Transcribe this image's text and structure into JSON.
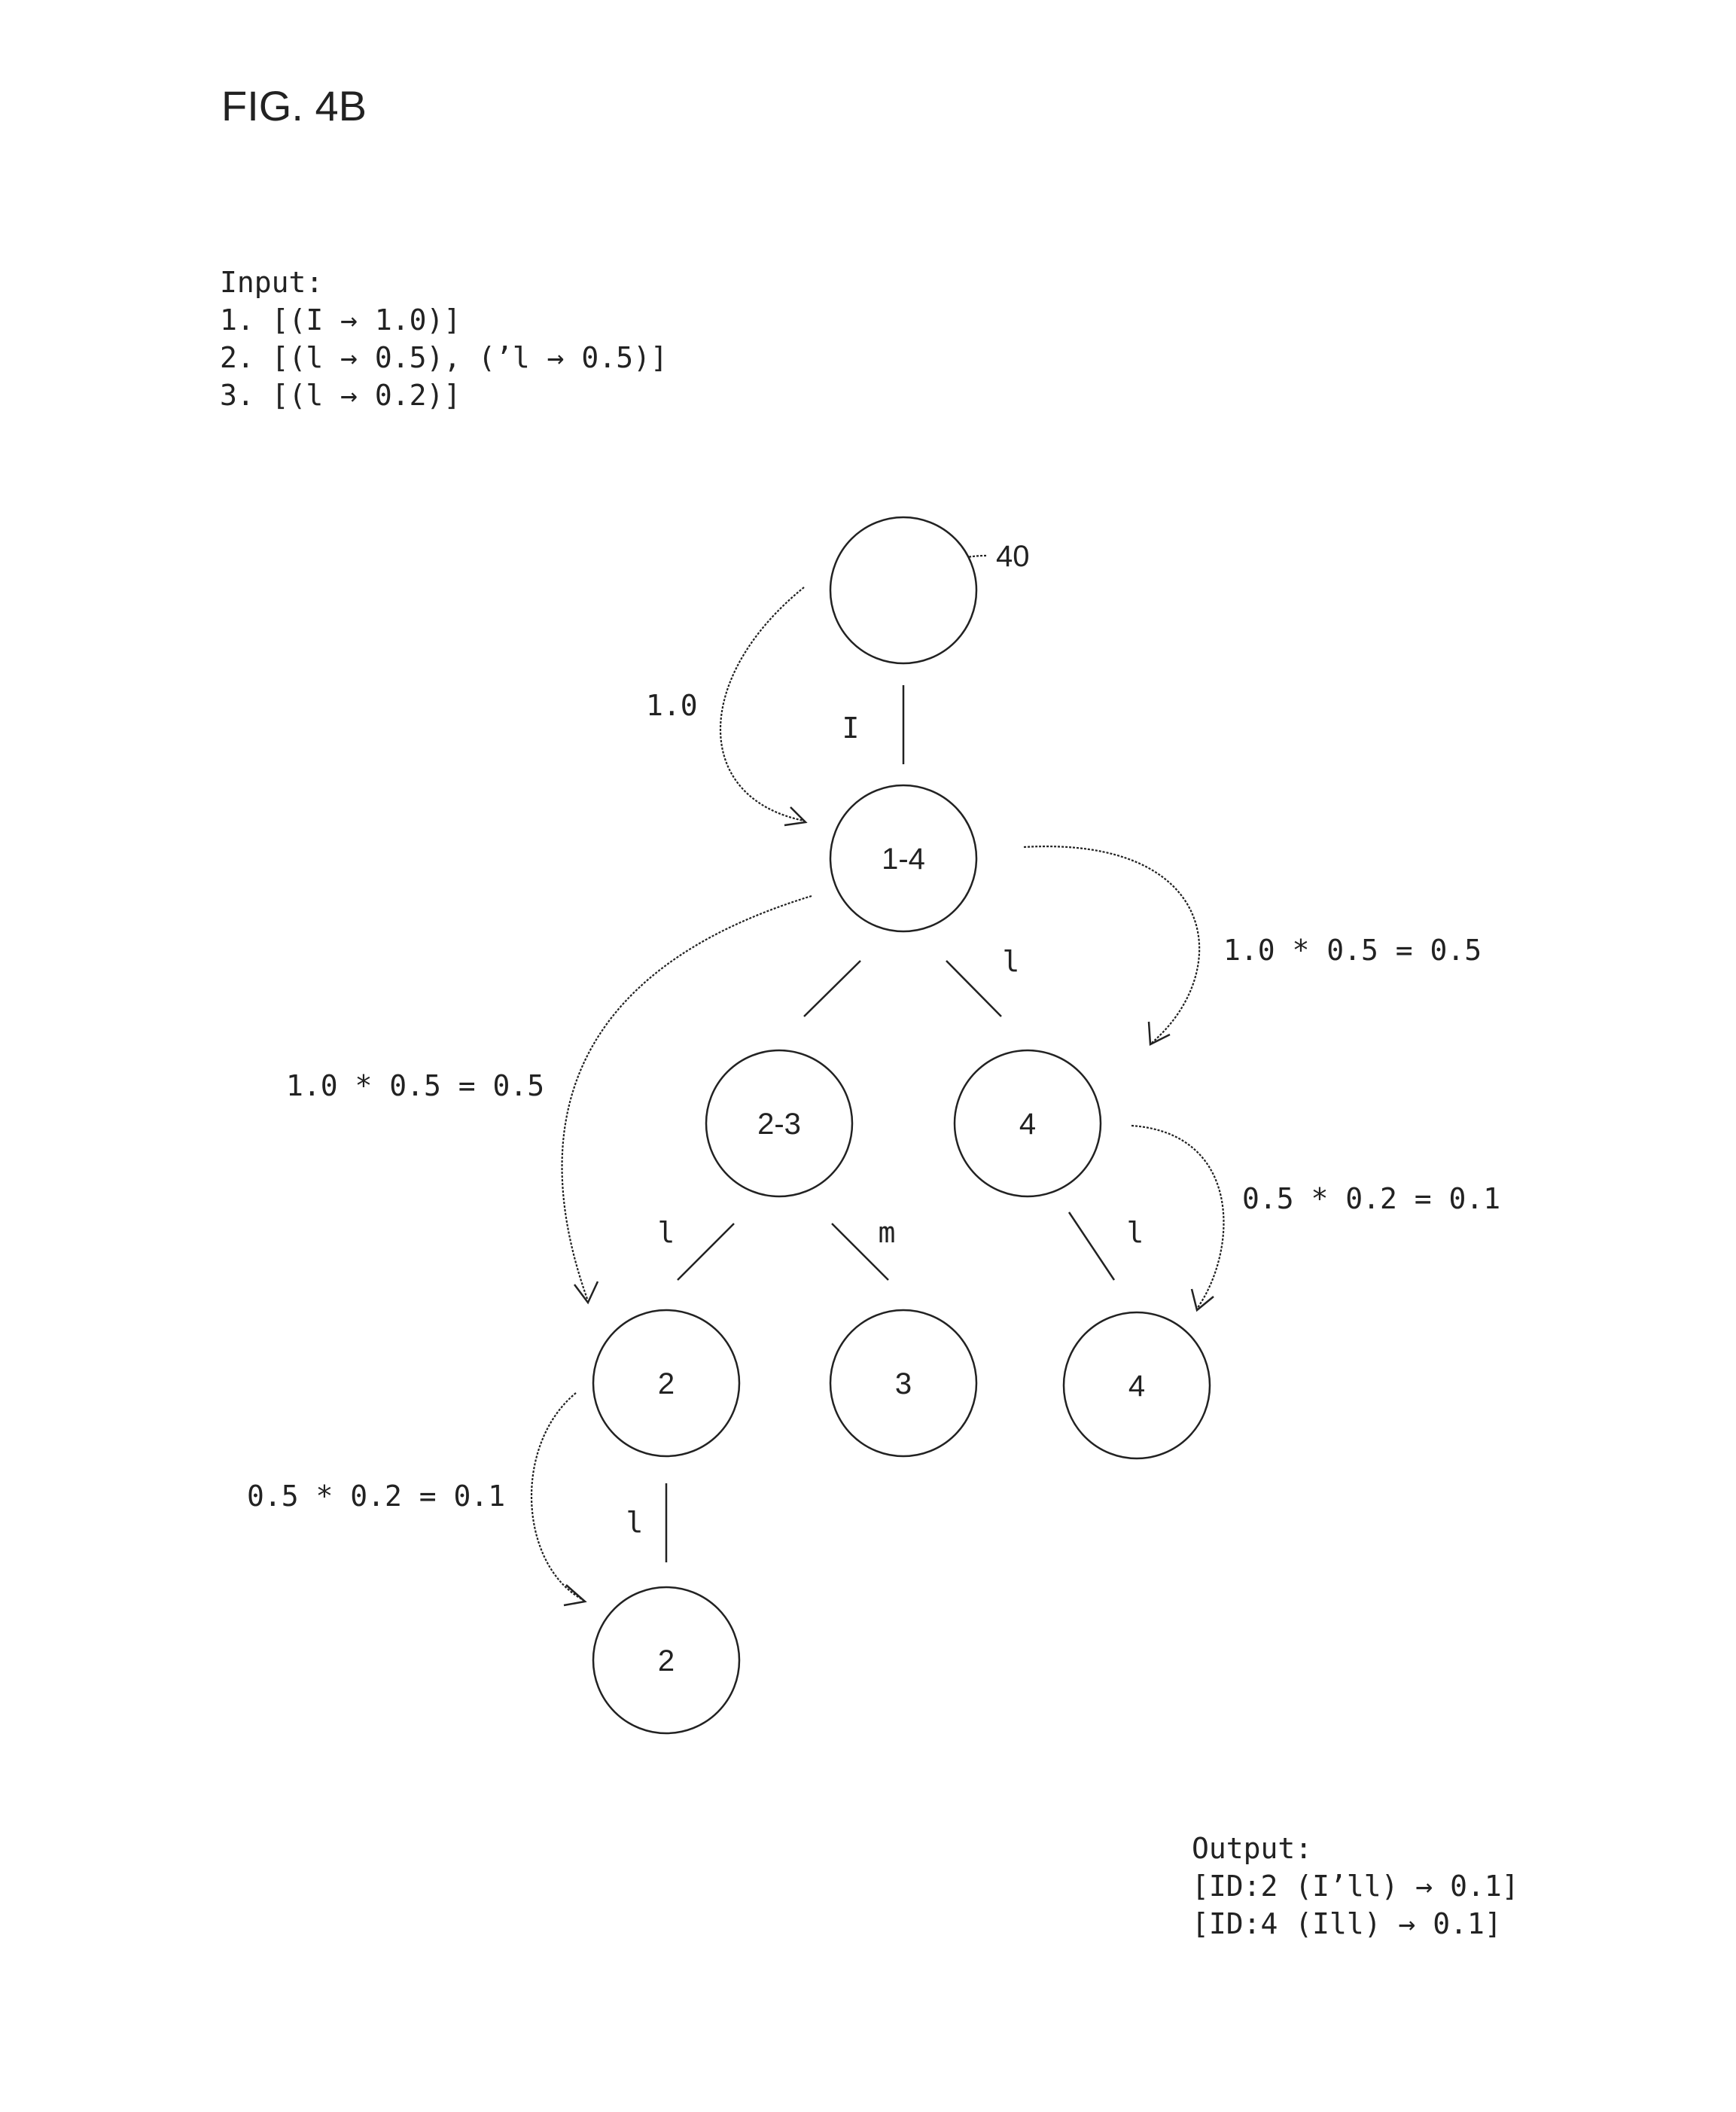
{
  "figure": {
    "title": "FIG. 4B",
    "reference_numeral": "40"
  },
  "input": {
    "heading": "Input:",
    "lines": [
      "1. [(I → 1.0)]",
      "2. [(l → 0.5), (’l → 0.5)]",
      "3. [(l → 0.2)]"
    ]
  },
  "nodes": [
    {
      "id": "root",
      "label": ""
    },
    {
      "id": "n1_4",
      "label": "1-4"
    },
    {
      "id": "n2_3",
      "label": "2-3"
    },
    {
      "id": "n4a",
      "label": "4"
    },
    {
      "id": "n2",
      "label": "2"
    },
    {
      "id": "n3",
      "label": "3"
    },
    {
      "id": "n4b",
      "label": "4"
    },
    {
      "id": "n2b",
      "label": "2"
    }
  ],
  "edge_labels": {
    "root_to_1_4": "I",
    "to_4": "l",
    "to_2": "l",
    "to_3": "m",
    "to_4b": "l",
    "to_2b": "l"
  },
  "flow_labels": {
    "root_to_1_4": "1.0",
    "to_4": "1.0 * 0.5 = 0.5",
    "to_2": "1.0 * 0.5 = 0.5",
    "to_4b": "0.5 * 0.2 = 0.1",
    "to_2b": "0.5 * 0.2 = 0.1"
  },
  "output": {
    "heading": "Output:",
    "lines": [
      "[ID:2 (I’ll) → 0.1]",
      "[ID:4 (Ill) → 0.1]"
    ]
  }
}
